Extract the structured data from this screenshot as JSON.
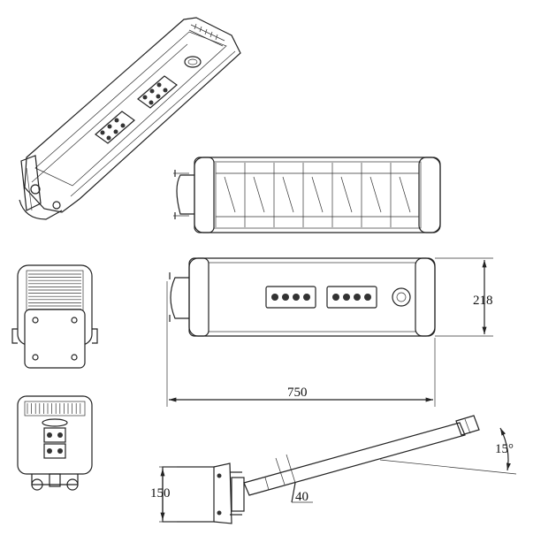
{
  "dimensions": {
    "height_side": "218",
    "length": "750",
    "pole_mount_height": "150",
    "pole_diameter": "40",
    "tilt_angle": "15°"
  }
}
